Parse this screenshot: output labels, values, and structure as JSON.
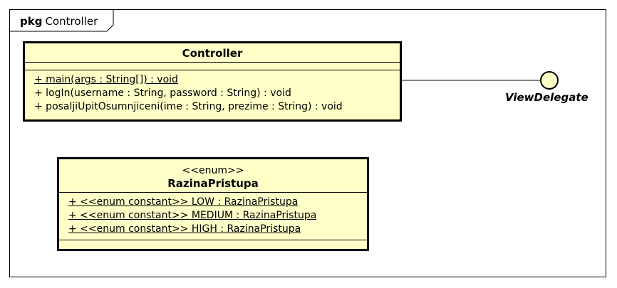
{
  "package": {
    "keyword": "pkg",
    "name": "Controller"
  },
  "controller_class": {
    "name": "Controller",
    "operations": [
      "+ main(args : String[]) : void",
      "+ logIn(username : String, password : String) : void",
      "+ posaljiUpitOsumnjiceni(ime : String, prezime : String) : void"
    ]
  },
  "interface": {
    "name": "ViewDelegate"
  },
  "enum_class": {
    "stereotype": "<<enum>>",
    "name": "RazinaPristupa",
    "literals": [
      "+ <<enum constant>> LOW : RazinaPristupa",
      "+ <<enum constant>> MEDIUM : RazinaPristupa",
      "+ <<enum constant>> HIGH : RazinaPristupa"
    ]
  },
  "colors": {
    "class_fill": "#ffffc8",
    "stroke": "#000000"
  }
}
